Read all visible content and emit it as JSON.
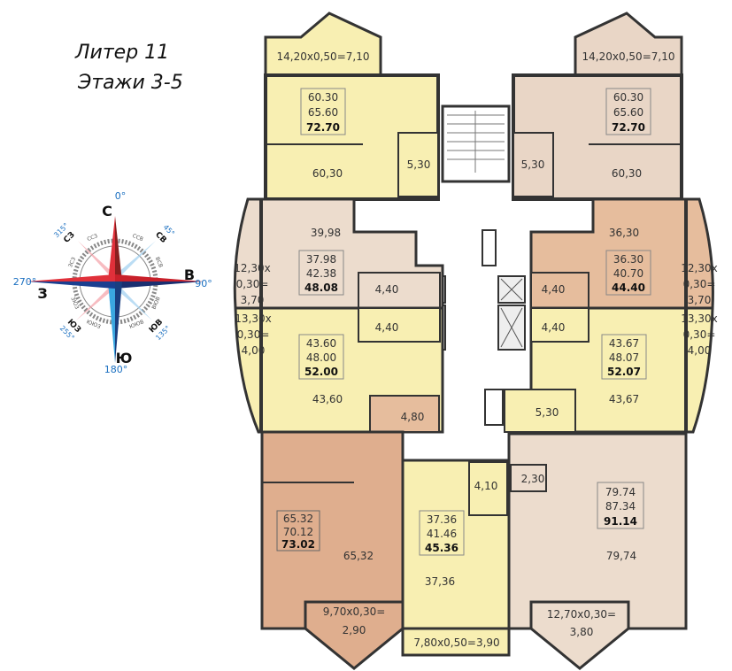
{
  "header": {
    "line1": "Литер 11",
    "line2": "Этажи 3-5"
  },
  "compass": {
    "north": "С",
    "east": "В",
    "south": "Ю",
    "west": "З",
    "northeast": "СВ",
    "southeast": "ЮВ",
    "southwest": "ЮЗ",
    "northwest": "СЗ",
    "deg_north": "0°",
    "deg_east": "90°",
    "deg_south": "180°",
    "deg_west": "270°",
    "deg_northeast": "45°",
    "deg_southeast": "135°",
    "deg_southwest": "255°",
    "deg_northwest": "315°",
    "nne": "ССВ",
    "ene": "ВСВ",
    "ese": "ВЮВ",
    "sse": "ЮЮВ",
    "ssw": "ЮЮЗ",
    "wsw": "ЗЮЗ",
    "wnw": "ЗСЗ",
    "nnw": "ССЗ",
    "colors": {
      "red": "#d42030",
      "blue": "#1a6fc0"
    }
  },
  "colors": {
    "yellow": "#f8efb2",
    "beige": "#ecdccd",
    "salmon": "#e6bd9d",
    "peach": "#e9d6c6",
    "wall": "#333333"
  },
  "apartments": [
    {
      "id": "top-left",
      "living": "60.30",
      "total": "65.60",
      "full": "72.70",
      "room": "60,30",
      "bath": "5,30",
      "balcony": [
        "14,20x0,50=7,10"
      ]
    },
    {
      "id": "top-right",
      "living": "60.30",
      "total": "65.60",
      "full": "72.70",
      "room": "60,30",
      "bath": "5,30",
      "balcony": [
        "14,20x0,50=7,10"
      ]
    },
    {
      "id": "mid-left-upper",
      "living": "37.98",
      "total": "42.38",
      "full": "48.08",
      "room": "39,98",
      "bath": "4,40",
      "balcony": [
        "12,30x",
        "0,30=",
        "3,70"
      ]
    },
    {
      "id": "mid-right-upper",
      "living": "36.30",
      "total": "40.70",
      "full": "44.40",
      "room": "36,30",
      "bath": "4,40",
      "balcony": [
        "12,30x",
        "0,30=",
        "3,70"
      ]
    },
    {
      "id": "mid-left-lower",
      "living": "43.60",
      "total": "48.00",
      "full": "52.00",
      "room": "43,60",
      "bath": "4,80",
      "bath2": "4,40",
      "balcony": [
        "13,30x",
        "0,30=",
        "4,00"
      ]
    },
    {
      "id": "mid-right-lower",
      "living": "43.67",
      "total": "48.07",
      "full": "52.07",
      "room": "43,67",
      "bath": "5,30",
      "bath2": "4,40",
      "balcony": [
        "13,30x",
        "0,30=",
        "4,00"
      ]
    },
    {
      "id": "bottom-left",
      "living": "65.32",
      "total": "70.12",
      "full": "73.02",
      "room": "65,32",
      "balcony": [
        "9,70x0,30=",
        "2,90"
      ]
    },
    {
      "id": "bottom-center",
      "living": "37.36",
      "total": "41.46",
      "full": "45.36",
      "room": "37,36",
      "bath": "4,10",
      "balcony": [
        "7,80x0,50=3,90"
      ]
    },
    {
      "id": "bottom-right",
      "living": "79.74",
      "total": "87.34",
      "full": "91.14",
      "room": "79,74",
      "bath": "2,30",
      "balcony": [
        "12,70x0,30=",
        "3,80"
      ]
    }
  ]
}
